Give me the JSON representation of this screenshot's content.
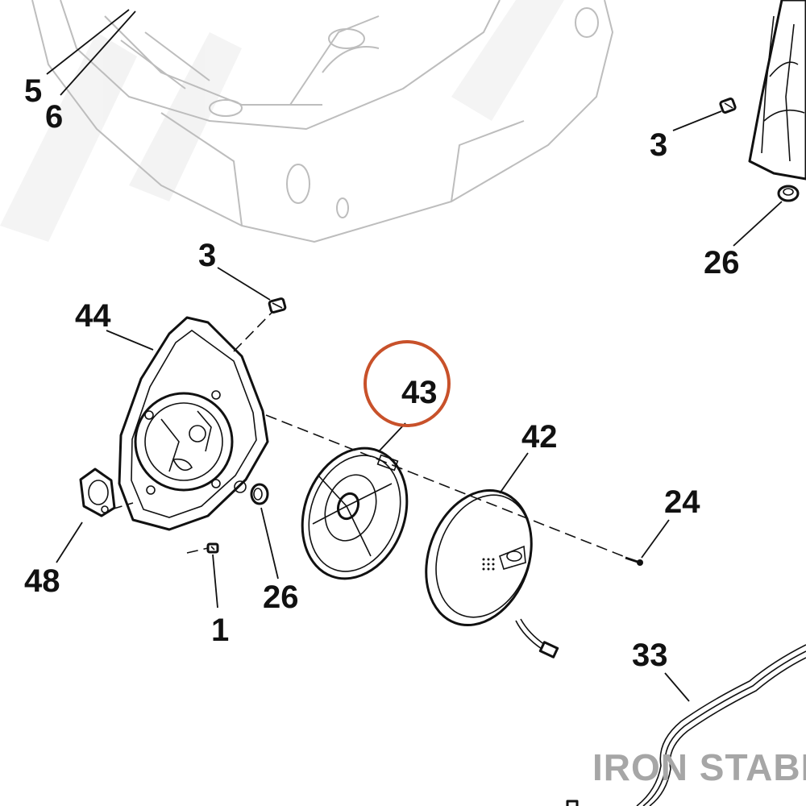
{
  "callouts": {
    "c5": "5",
    "c6": "6",
    "c3_top_right": "3",
    "c26_top_right": "26",
    "c3_left": "3",
    "c44": "44",
    "c43": "43",
    "c42": "42",
    "c24": "24",
    "c48": "48",
    "c26_lower": "26",
    "c1": "1",
    "c33": "33"
  },
  "watermark": "IRON STABLE",
  "highlight_color": "#c8512a"
}
